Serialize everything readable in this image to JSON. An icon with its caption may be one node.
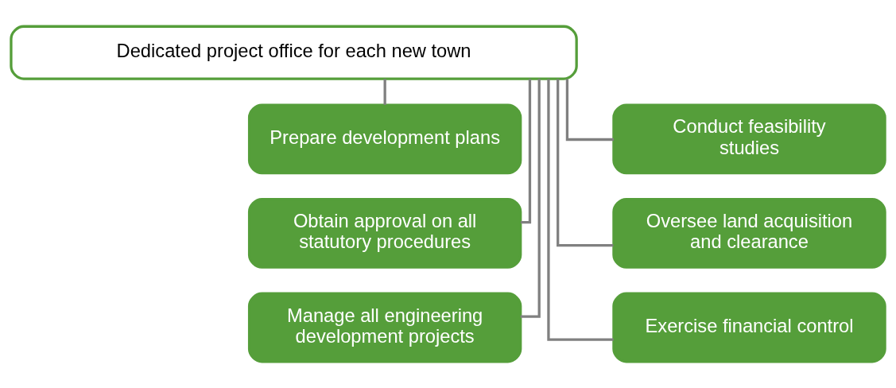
{
  "diagram": {
    "nodes": [
      {
        "text": [
          "Dedicated project office for each new town"
        ]
      },
      {
        "text": [
          "Prepare development plans"
        ]
      },
      {
        "text": [
          "Conduct feasibility studies"
        ]
      },
      {
        "text": [
          "Obtain approval on all statutory procedures"
        ]
      },
      {
        "text": [
          "Oversee land acquisition and clearance"
        ]
      },
      {
        "text": [
          "Manage all engineering development projects"
        ]
      },
      {
        "text": [
          "Exercise financial control"
        ]
      }
    ],
    "edges": [
      {
        "from": 0,
        "to": 1,
        "arrow": "none"
      },
      {
        "from": 0,
        "to": 2,
        "arrow": "none"
      },
      {
        "from": 0,
        "to": 3,
        "arrow": "none"
      },
      {
        "from": 0,
        "to": 4,
        "arrow": "none"
      },
      {
        "from": 0,
        "to": 5,
        "arrow": "none"
      },
      {
        "from": 0,
        "to": 6,
        "arrow": "none"
      }
    ]
  }
}
